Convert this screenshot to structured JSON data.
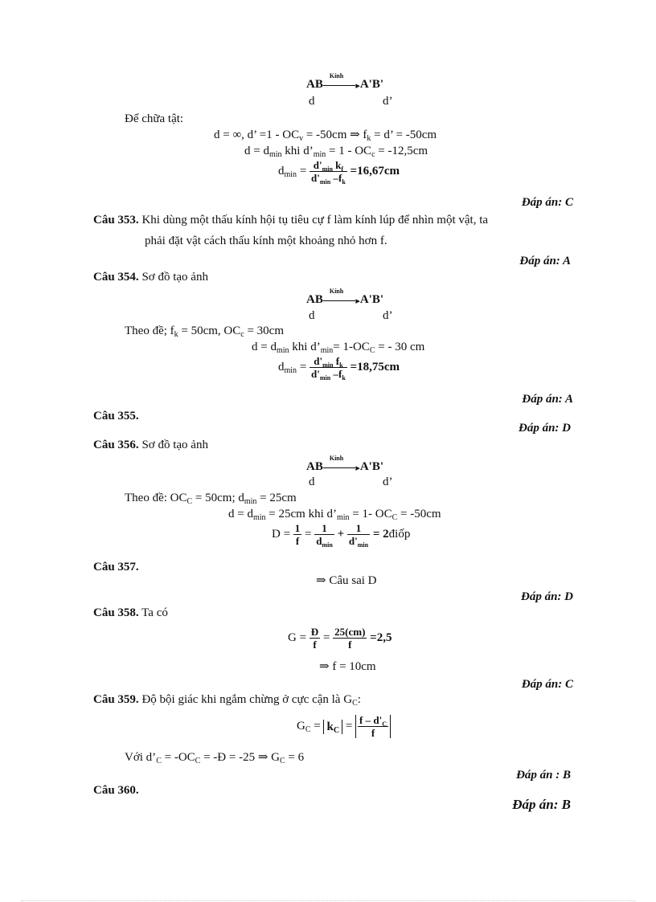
{
  "scheme": {
    "object": "AB",
    "image": "A'B'",
    "arrow_label": "Kính",
    "d_label": "d",
    "dprime_label": "d’"
  },
  "block352": {
    "intro": "Để chữa tật:",
    "line1": "d =  ∞, d’ =1 - OC",
    "line1_sub": "v",
    "line1_rest": " = -50cm ⇒  f",
    "line1_sub2": "k",
    "line1_end": " = d’ = -50cm",
    "line2_a": "d = d",
    "line2_sub": "min",
    "line2_b": " khi  d’",
    "line2_sub2": "min",
    "line2_c": " = 1 - OC",
    "line2_sub3": "c",
    "line2_d": " = -12,5cm",
    "formula_lhs": "d",
    "formula_lhs_sub": "min",
    "formula_num": "d'",
    "formula_num_sub": "min",
    "formula_num_tail": " k",
    "formula_num_tail_sub": "f",
    "formula_den": "d'",
    "formula_den_sub": "min",
    "formula_den_tail": " –f",
    "formula_den_tail_sub": "k",
    "formula_result": "=16,67cm",
    "answer": "Đáp án: C"
  },
  "q353": {
    "label": "Câu 353.",
    "text_line1": "Khi dùng  một thấu kính hội tụ tiêu cự f làm kính lúp để nhìn một vật, ta",
    "text_line2": "phải đặt vật cách thấu kính một khoảng nhỏ hơn f.",
    "answer": "Đáp án: A"
  },
  "q354": {
    "label": "Câu 354.",
    "text": "Sơ đồ tạo ảnh",
    "given_a": "Theo đề; f",
    "given_sub": "k",
    "given_b": " = 50cm, OC",
    "given_sub2": "c",
    "given_c": " = 30cm",
    "line2_a": "d = d",
    "line2_sub": "min",
    "line2_b": " khi  d’",
    "line2_sub2": "min",
    "line2_c": "= 1-OC",
    "line2_sub3": "C",
    "line2_d": " = - 30 cm",
    "formula_lhs": "d",
    "formula_lhs_sub": "min",
    "formula_num": "d'",
    "formula_num_sub": "min",
    "formula_num_tail": " f",
    "formula_num_tail_sub": "k",
    "formula_den": "d'",
    "formula_den_sub": "min",
    "formula_den_tail": " –f",
    "formula_den_tail_sub": "k",
    "formula_result": "=18,75cm",
    "answer": "Đáp án: A"
  },
  "q355": {
    "label": "Câu 355.",
    "answer": "Đáp án: D"
  },
  "q356": {
    "label": "Câu 356.",
    "text": "Sơ đồ tạo ảnh",
    "given_a": "Theo đề: OC",
    "given_sub": "C",
    "given_b": " = 50cm; d",
    "given_sub2": "min",
    "given_c": " = 25cm",
    "line2_a": "d = d",
    "line2_sub": "min",
    "line2_b": " = 25cm khi  d’",
    "line2_sub2": "min",
    "line2_c": " = 1- OC",
    "line2_sub3": "C",
    "line2_d": " = -50cm",
    "formula_lhs": "D = ",
    "f1_num": "1",
    "f1_den": "f",
    "f2_num": "1",
    "f2_den": "d",
    "f2_den_sub": "min",
    "f3_num": "1",
    "f3_den": "d'",
    "f3_den_sub": "min",
    "formula_result": "= 2",
    "formula_unit": "điốp"
  },
  "q357": {
    "label": "Câu 357.",
    "text": "⇒ Câu sai D",
    "answer": "Đáp án: D"
  },
  "q358": {
    "label": "Câu 358.",
    "text": "Ta  có",
    "formula_lhs": "G = ",
    "f1_num": "Đ",
    "f1_den": "f",
    "f2_num": "25(cm)",
    "f2_den": "f",
    "formula_result": "=2,5",
    "result_line": "⇒ f = 10cm",
    "answer": "Đáp án: C"
  },
  "q359": {
    "label": "Câu 359.",
    "text": "Độ bội giác khi ngắm  chừng ở cực cận là G",
    "text_sub": "C",
    "text_end": ":",
    "formula_lhs": "G",
    "formula_lhs_sub": "C",
    "formula_eq": " = ",
    "abs_k": "k",
    "abs_k_sub": "C",
    "frac_num": "f – d'",
    "frac_num_sub": "C",
    "frac_den": "f",
    "with_a": "Với  d’",
    "with_sub": "C",
    "with_b": " = -OC",
    "with_sub2": "C",
    "with_c": " = -Đ = -25 ⇒ G",
    "with_sub3": "C",
    "with_d": " = 6",
    "answer": "Đáp án : B"
  },
  "q360": {
    "label": "Câu 360.",
    "answer": "Đáp án: B"
  }
}
